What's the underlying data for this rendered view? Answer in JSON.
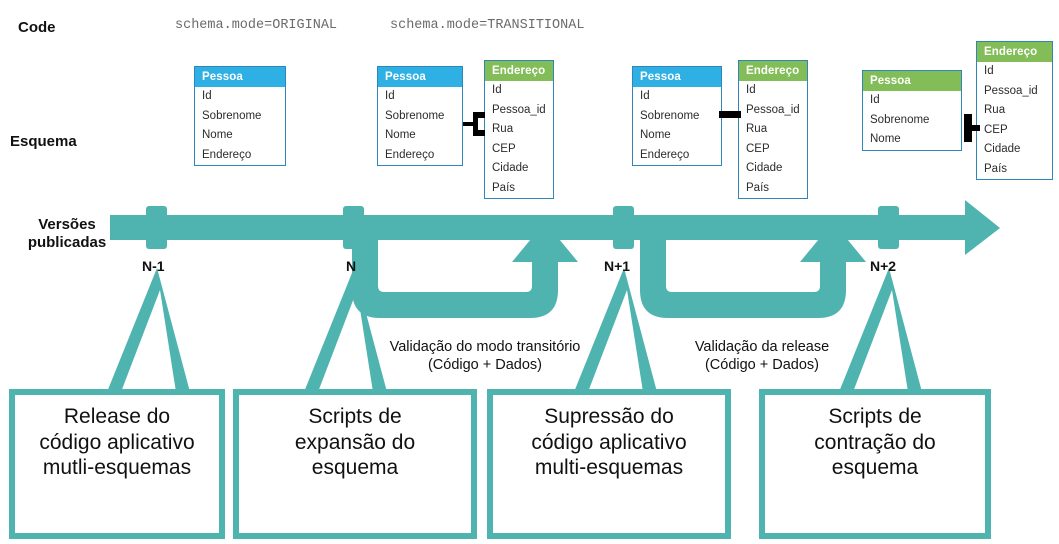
{
  "diagram": {
    "title": "Expand/Contract schema migration timeline",
    "colors": {
      "teal": "#4fb3af",
      "table_blue_header": "#2eb0e4",
      "table_green_header": "#82bd57",
      "table_border": "#2f86b8",
      "code_text": "#6b6b6b",
      "text": "#111111",
      "background": "#ffffff"
    }
  },
  "row_labels": {
    "code": "Code",
    "schema": "Esquema",
    "versions_line1": "Versões",
    "versions_line2": "publicadas"
  },
  "code_markers": [
    {
      "text": "schema.mode=ORIGINAL"
    },
    {
      "text": "schema.mode=TRANSITIONAL"
    }
  ],
  "schema_groups": [
    {
      "id": "group-n-minus-1",
      "tables": [
        {
          "name": "Pessoa",
          "header_color": "blue",
          "fields": [
            "Id",
            "Sobrenome",
            "Nome",
            "Endereço"
          ]
        }
      ],
      "relation": false
    },
    {
      "id": "group-n",
      "tables": [
        {
          "name": "Pessoa",
          "header_color": "blue",
          "fields": [
            "Id",
            "Sobrenome",
            "Nome",
            "Endereço"
          ]
        },
        {
          "name": "Endereço",
          "header_color": "green",
          "fields": [
            "Id",
            "Pessoa_id",
            "Rua",
            "CEP",
            "Cidade",
            "País"
          ]
        }
      ],
      "relation": true
    },
    {
      "id": "group-n-plus-1",
      "tables": [
        {
          "name": "Pessoa",
          "header_color": "blue",
          "fields": [
            "Id",
            "Sobrenome",
            "Nome",
            "Endereço"
          ]
        },
        {
          "name": "Endereço",
          "header_color": "green",
          "fields": [
            "Id",
            "Pessoa_id",
            "Rua",
            "CEP",
            "Cidade",
            "País"
          ]
        }
      ],
      "relation": true
    },
    {
      "id": "group-n-plus-2",
      "tables": [
        {
          "name": "Pessoa",
          "header_color": "green",
          "fields": [
            "Id",
            "Sobrenome",
            "Nome"
          ]
        },
        {
          "name": "Endereço",
          "header_color": "green",
          "fields": [
            "Id",
            "Pessoa_id",
            "Rua",
            "CEP",
            "Cidade",
            "País"
          ]
        }
      ],
      "relation": true
    }
  ],
  "timeline": {
    "versions": [
      "N-1",
      "N",
      "N+1",
      "N+2"
    ],
    "direction": "left-to-right"
  },
  "validations": [
    {
      "line1": "Validação do modo transitório",
      "line2": "(Código + Dados)"
    },
    {
      "line1": "Validação da release",
      "line2": "(Código + Dados)"
    }
  ],
  "callouts": [
    {
      "line1": "Release do",
      "line2": "código aplicativo",
      "line3": "mutli-esquemas"
    },
    {
      "line1": "Scripts de",
      "line2": "expansão do",
      "line3": "esquema"
    },
    {
      "line1": "Supressão do",
      "line2": "código aplicativo",
      "line3": "multi-esquemas"
    },
    {
      "line1": "Scripts de",
      "line2": "contração do",
      "line3": "esquema"
    }
  ]
}
